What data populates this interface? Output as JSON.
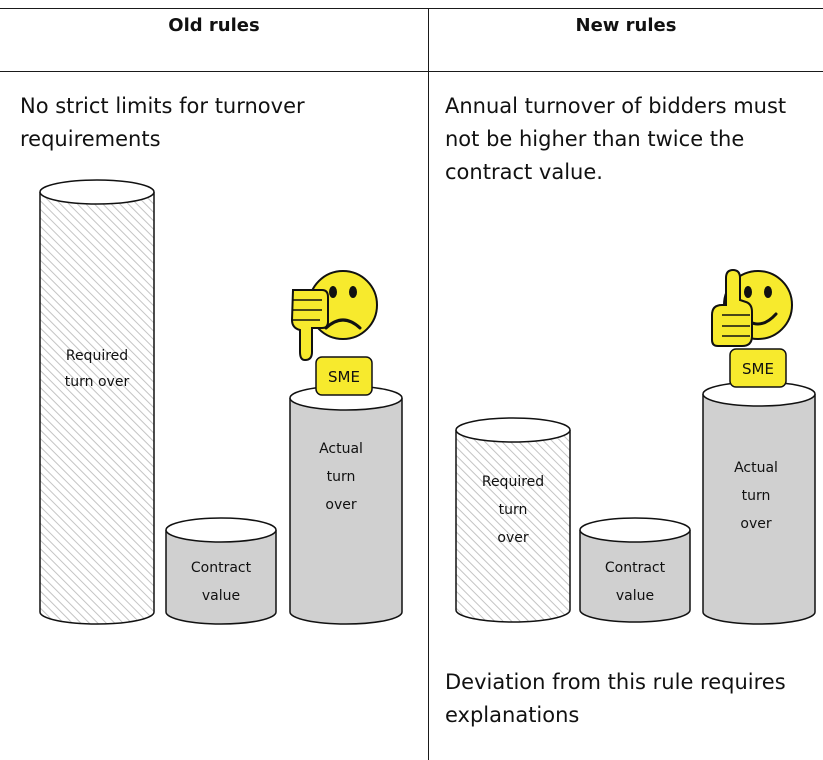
{
  "left": {
    "header": "Old rules",
    "intro": "No strict limits for turnover requirements",
    "cylinders": {
      "required": [
        "Required",
        "turn over"
      ],
      "contract": [
        "Contract",
        "value"
      ],
      "actual": [
        "Actual",
        "turn",
        "over"
      ]
    },
    "badge": "SME",
    "emoji": "thumbs-down-sad-face-icon"
  },
  "right": {
    "header": "New rules",
    "intro": "Annual turnover of bidders must not be higher than twice the contract value.",
    "cylinders": {
      "required": [
        "Required",
        "turn",
        "over"
      ],
      "contract": [
        "Contract",
        "value"
      ],
      "actual": [
        "Actual",
        "turn",
        "over"
      ]
    },
    "badge": "SME",
    "emoji": "thumbs-up-happy-face-icon",
    "footer": "Deviation from this rule requires explanations"
  },
  "colors": {
    "cylinder_fill": "#d0d0d0",
    "hatch_line": "#bdbdbd",
    "smiley": "#f7ea2d",
    "stroke": "#111111"
  }
}
